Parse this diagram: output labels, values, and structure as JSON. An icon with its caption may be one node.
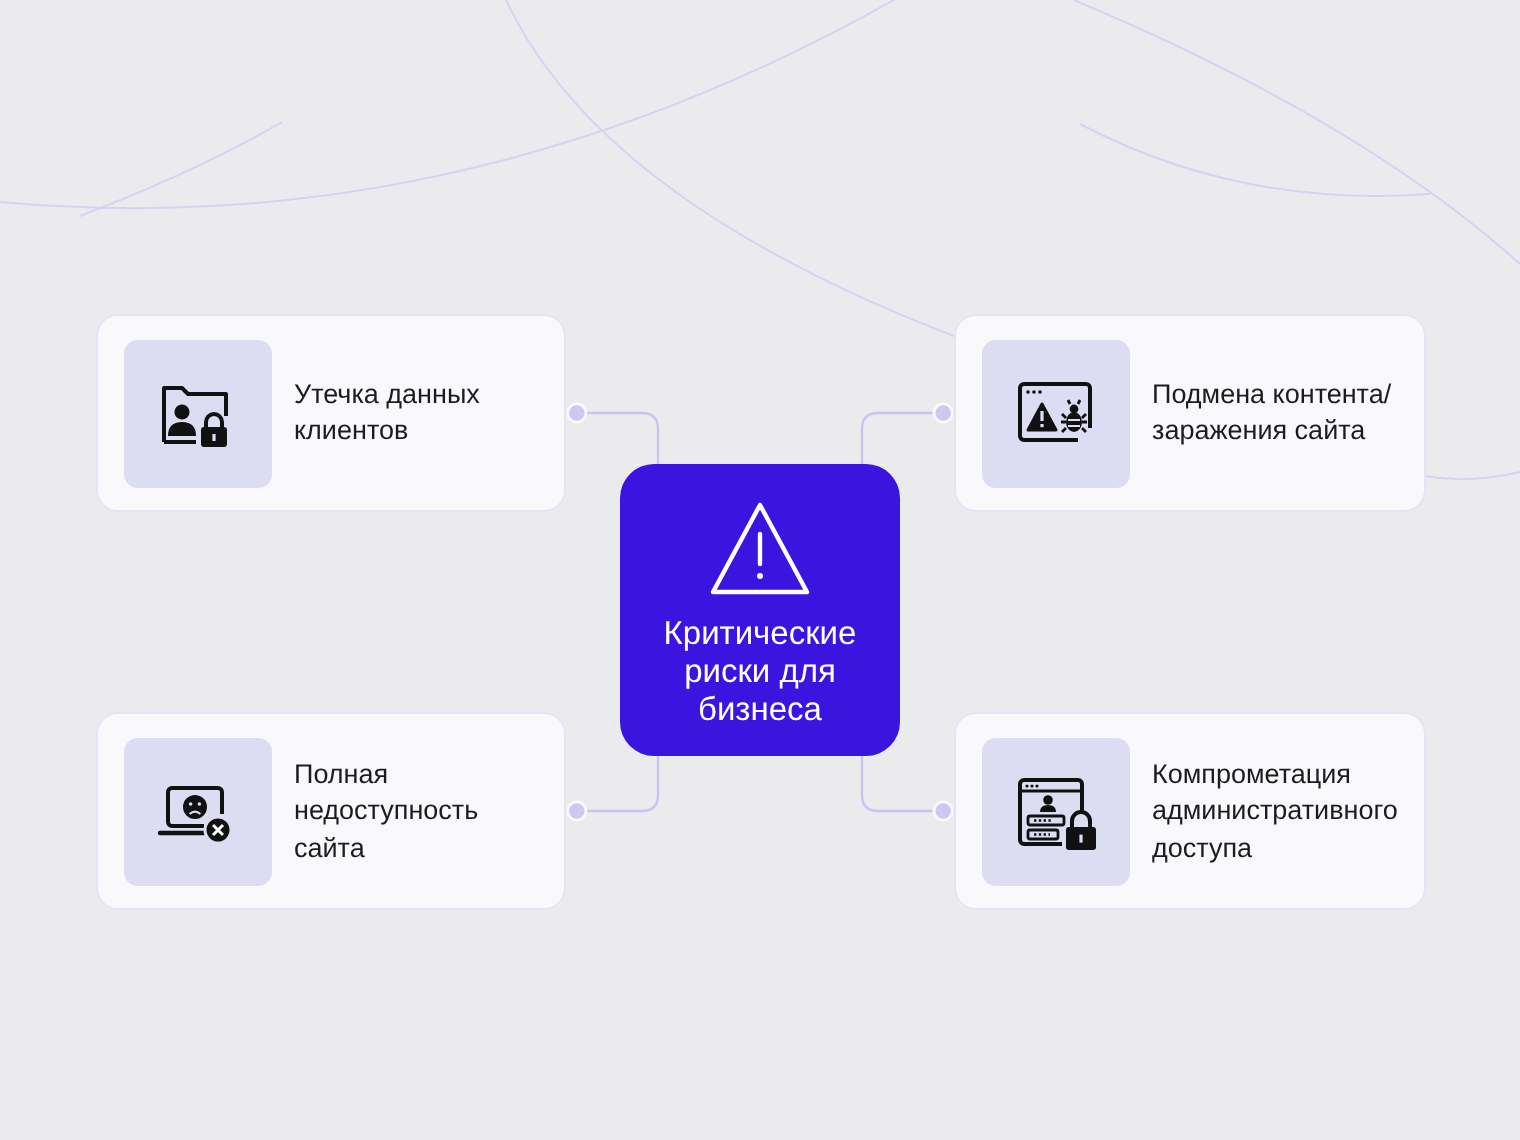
{
  "diagram": {
    "nodes": [
      {
        "text": [
          "Утечка данных клиентов"
        ]
      },
      {
        "text": [
          "Подмена контента/ заражения сайта"
        ]
      },
      {
        "text": [
          "Критические риски для бизнеса"
        ]
      },
      {
        "text": [
          "Полная недоступность сайта"
        ]
      },
      {
        "text": [
          "Компрометация административного доступа"
        ]
      }
    ],
    "edges": [
      {
        "from": 2,
        "to": 0,
        "arrow": "other"
      },
      {
        "from": 2,
        "to": 1,
        "arrow": "other"
      },
      {
        "from": 2,
        "to": 3,
        "arrow": "other"
      },
      {
        "from": 2,
        "to": 4,
        "arrow": "other"
      }
    ]
  }
}
